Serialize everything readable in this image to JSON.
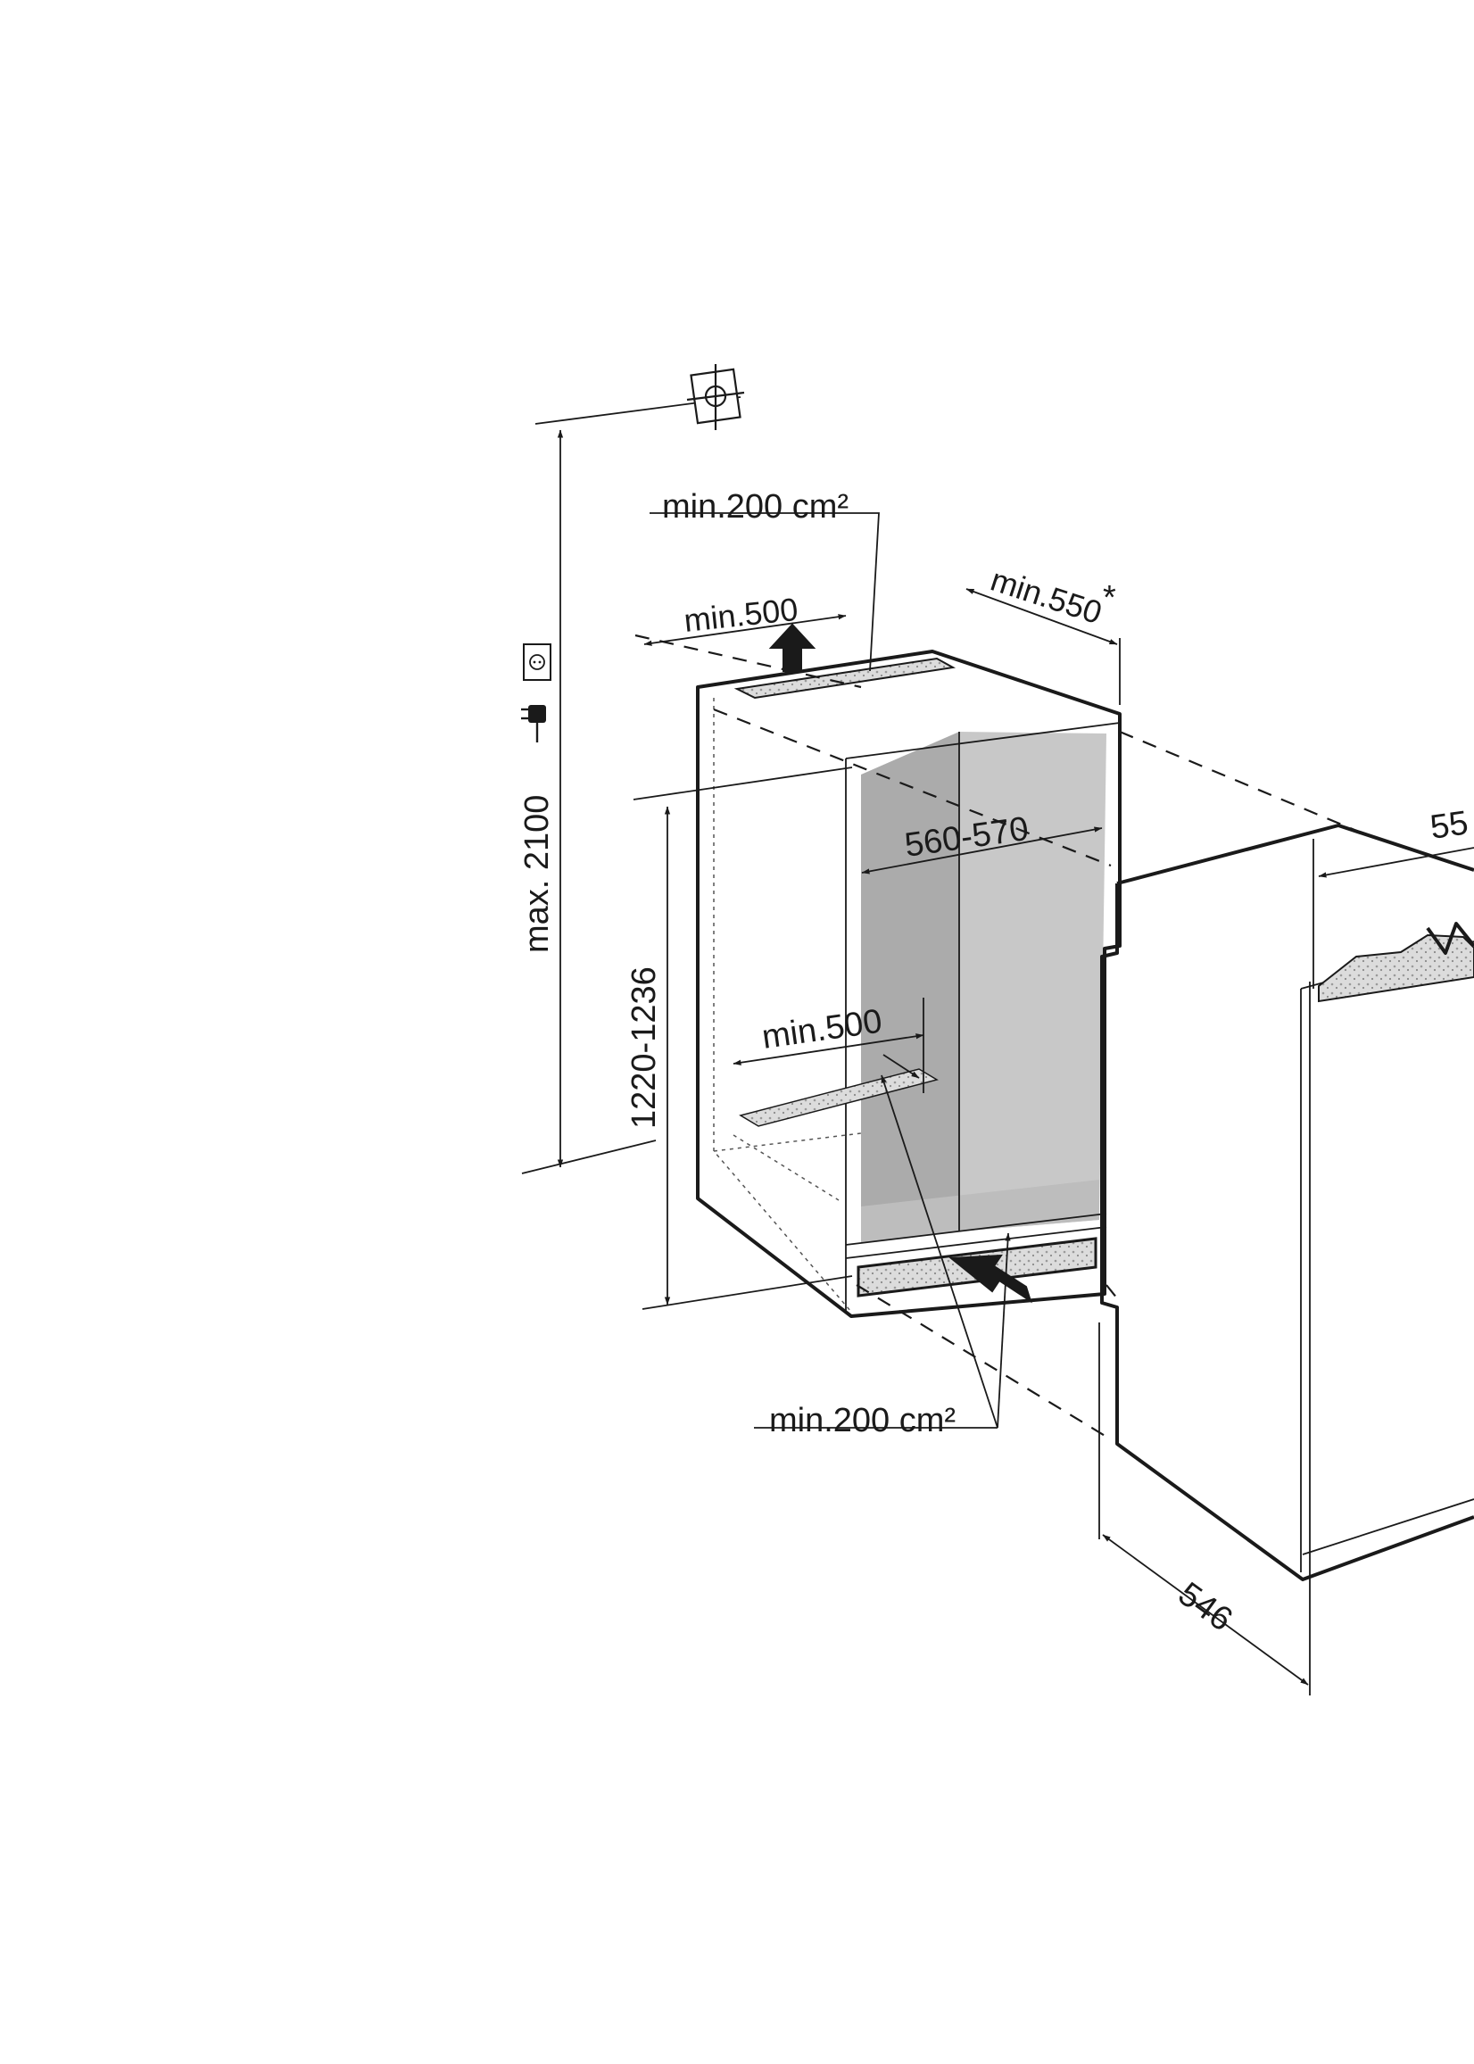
{
  "labels": {
    "top_vent_area": "min.200 cm²",
    "top_vent_width": "min.500",
    "rear_clearance": "min.550",
    "rear_clearance_note": "*",
    "niche_width": "560-570",
    "niche_height": "1220-1236",
    "max_height": "max. 2100",
    "bottom_vent_width": "min.500",
    "bottom_vent_area": "min.200 cm²",
    "appliance_depth": "546",
    "appliance_width": "55"
  },
  "icons": {
    "socket": "socket-icon",
    "plug": "plug-icon",
    "water_connection": "water-connection-icon"
  },
  "colors": {
    "line": "#1a1a1a",
    "niche_back_wall": "#c8c8c8",
    "niche_side_wall": "#ababab",
    "vent_grille": "#d9d9d9"
  }
}
